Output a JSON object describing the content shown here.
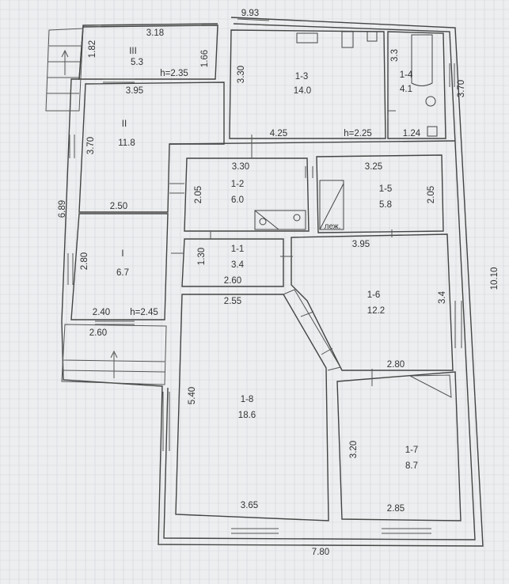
{
  "rooms": [
    {
      "id": "III",
      "label": "III",
      "area": "5.3"
    },
    {
      "id": "II",
      "label": "II",
      "area": "11.8"
    },
    {
      "id": "I",
      "label": "I",
      "area": "6.7"
    },
    {
      "id": "1-1",
      "label": "1-1",
      "area": "3.4"
    },
    {
      "id": "1-2",
      "label": "1-2",
      "area": "6.0"
    },
    {
      "id": "1-3",
      "label": "1-3",
      "area": "14.0"
    },
    {
      "id": "1-4",
      "label": "1-4",
      "area": "4.1"
    },
    {
      "id": "1-5",
      "label": "1-5",
      "area": "5.8"
    },
    {
      "id": "1-6",
      "label": "1-6",
      "area": "12.2"
    },
    {
      "id": "1-7",
      "label": "1-7",
      "area": "8.7"
    },
    {
      "id": "1-8",
      "label": "1-8",
      "area": "18.6"
    }
  ],
  "dimensions": {
    "top_total": "9.93",
    "iii_width": "3.18",
    "iii_height_left": "1.82",
    "iii_height_right": "1.66",
    "ii_height_mark": "h=2.35",
    "ii_width": "3.95",
    "ii_height": "3.70",
    "k13_height": "3.30",
    "k13_width": "4.25",
    "k13_ceiling": "h=2.25",
    "k14_height": "3.3",
    "k14_width": "1.24",
    "right_upper": "3.70",
    "k12_width": "3.30",
    "k12_height": "2.05",
    "k15_width": "3.25",
    "k15_height": "2.05",
    "left_total": "6.89",
    "ii_bottom": "2.50",
    "i_height": "2.80",
    "k11_height": "1.30",
    "k11_width": "2.60",
    "k16_width": "3.95",
    "k16_height": "3.4",
    "right_total": "10.10",
    "k18_top": "2.55",
    "i_bottom": "2.40",
    "i_ceiling": "h=2.45",
    "porch_width": "2.60",
    "k17_width": "2.80",
    "k18_height": "5.40",
    "k17_height": "3.20",
    "k18_bottom": "3.65",
    "k17_bottom": "2.85",
    "bottom_total": "7.80"
  },
  "labels": {
    "bed_mark": "леж."
  }
}
